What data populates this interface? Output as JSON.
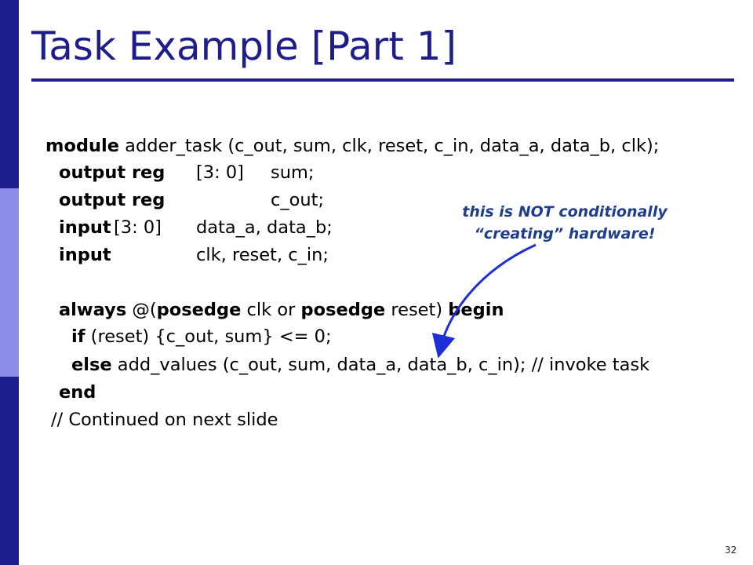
{
  "slide": {
    "title": "Task Example [Part 1]",
    "page_number": "32"
  },
  "code": {
    "l1_kw": "module",
    "l1_rest": " adder_task (c_out, sum, clk, reset, c_in, data_a, data_b, clk);",
    "l2_kw": "output reg",
    "l2_range": "[3: 0]",
    "l2_name": "sum;",
    "l3_kw": "output reg",
    "l3_name": "c_out;",
    "l4_kw": "input",
    "l4_range": " [3: 0]",
    "l4_name": "data_a, data_b;",
    "l5_kw": "input",
    "l5_name": "clk, reset, c_in;",
    "l6_kw1": "always",
    "l6_mid1": " @(",
    "l6_kw2": "posedge",
    "l6_mid2": " clk or ",
    "l6_kw3": "posedge",
    "l6_mid3": " reset) ",
    "l6_kw4": "begin",
    "l7_kw": "if",
    "l7_rest": " (reset) {c_out, sum} <= 0;",
    "l8_kw": "else",
    "l8_rest": " add_values (c_out, sum, data_a, data_b, c_in); // invoke task",
    "l9_kw": "end",
    "l10_comment": "// Continued on next slide"
  },
  "annotation": {
    "line1": "this is NOT conditionally",
    "line2": "“creating” hardware!"
  },
  "colors": {
    "title": "#1e1e8a",
    "sidebar_dark": "#1c1c8c",
    "sidebar_light": "#8c8ce8",
    "annotation": "#1e3d8c",
    "arrow": "#1f2fd6"
  }
}
